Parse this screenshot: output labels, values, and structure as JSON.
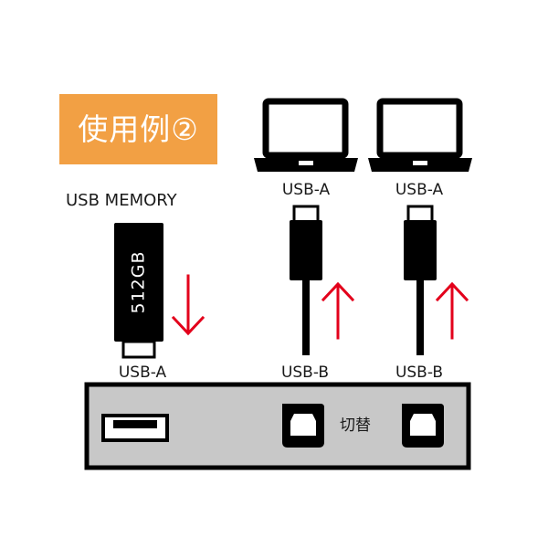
{
  "badge": {
    "text": "使用例②",
    "color": "#f2a044"
  },
  "memory": {
    "title": "USB MEMORY",
    "capacity": "512GB",
    "connector_label": "USB-A"
  },
  "laptops": [
    {
      "connector_label": "USB-A"
    },
    {
      "connector_label": "USB-A"
    }
  ],
  "cables": [
    {
      "connector_label": "USB-B"
    },
    {
      "connector_label": "USB-B"
    }
  ],
  "switch": {
    "label": "切替"
  },
  "colors": {
    "arrow": "#e3001b",
    "device": "#000000",
    "switch_body": "#c8c8c8"
  },
  "icons": [
    "laptop-icon",
    "laptop-icon",
    "usb-memory-icon",
    "down-arrow-icon",
    "up-arrow-icon",
    "up-arrow-icon",
    "usb-b-port-icon",
    "usb-b-port-icon",
    "usb-a-port-icon"
  ]
}
